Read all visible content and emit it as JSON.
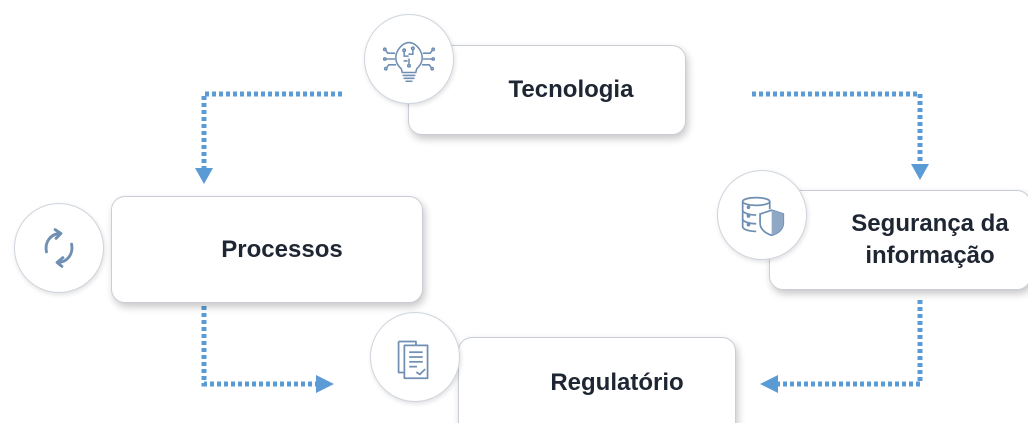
{
  "diagram": {
    "nodes": [
      {
        "id": "tecnologia",
        "label": "Tecnologia",
        "icon": "lightbulb-circuit-icon"
      },
      {
        "id": "processos",
        "label": "Processos",
        "icon": "refresh-cycle-icon"
      },
      {
        "id": "seguranca",
        "label": "Segurança da informação",
        "icon": "database-shield-icon"
      },
      {
        "id": "regulatorio",
        "label": "Regulatório",
        "icon": "documents-check-icon"
      }
    ],
    "connectors": [
      {
        "from": "tecnologia",
        "to": "processos",
        "style": "dotted"
      },
      {
        "from": "tecnologia",
        "to": "seguranca",
        "style": "dotted"
      },
      {
        "from": "processos",
        "to": "regulatorio",
        "style": "dotted"
      },
      {
        "from": "seguranca",
        "to": "regulatorio",
        "style": "dotted"
      }
    ],
    "colors": {
      "arrow": "#5b9bd5",
      "icon": "#6f8fb3",
      "text": "#1f2633",
      "border": "#c9ced6"
    }
  }
}
